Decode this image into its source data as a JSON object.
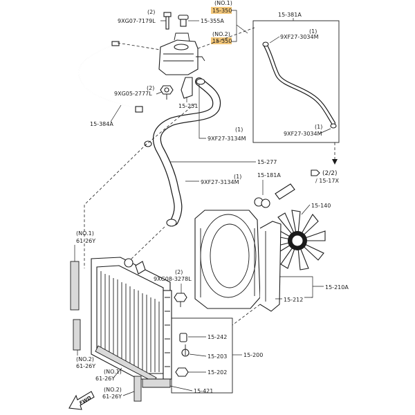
{
  "labels": {
    "no1_top": "(NO.1)",
    "part_15_350_a": "15-350",
    "no2_top": "(NO.2)",
    "part_15_350_b": "15-350",
    "circ2_a": "(2)",
    "bolt_9xg07": "9XG07-7179L",
    "part_15_355a": "15-355A",
    "circ2_b": "(2)",
    "bolt_9xg05": "9XG05-2777L",
    "part_15_251": "15-251",
    "part_15_384a": "15-384A",
    "circ1_a": "(1)",
    "clamp_a": "9XF27-3134M",
    "part_15_277": "15-277",
    "circ1_b": "(1)",
    "clamp_b": "9XF27-3134M",
    "part_15_381a": "15-381A",
    "circ1_c": "(1)",
    "clamp_c": "9XF27-3034M",
    "circ1_d": "(1)",
    "clamp_d": "9XF27-3034M",
    "ref_page": "(2/2)",
    "ref_section": "/ 15-17X",
    "part_15_181a": "15-181A",
    "part_15_140": "15-140",
    "no1_left": "(NO.1)",
    "part_61_26y_a": "61-26Y",
    "circ2_c": "(2)",
    "bolt_9xg08": "9XG08-3278L",
    "part_15_210a": "15-210A",
    "part_15_212": "15-212",
    "part_15_242": "15-242",
    "part_15_203": "15-203",
    "part_15_200": "15-200",
    "part_15_202": "15-202",
    "no2_left": "(NO.2)",
    "part_61_26y_b": "61-26Y",
    "no1_bottom": "(NO.1)",
    "part_61_26y_c": "61-26Y",
    "no2_bottom": "(NO.2)",
    "part_61_26y_d": "61-26Y",
    "part_15_421": "15-421",
    "fwd": "FWD"
  },
  "colors": {
    "highlight": "#f3c77a",
    "line": "#1a1a1a"
  }
}
